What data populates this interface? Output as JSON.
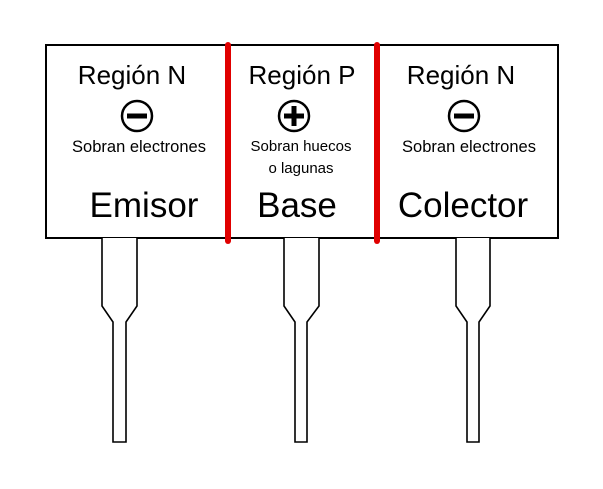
{
  "diagram": {
    "emitter": {
      "region": "Región N",
      "charge_icon": "minus-circle-icon",
      "description": "Sobran electrones",
      "name": "Emisor"
    },
    "base": {
      "region": "Región P",
      "charge_icon": "plus-circle-icon",
      "description_line1": "Sobran huecos",
      "description_line2": "o lagunas",
      "name": "Base"
    },
    "collector": {
      "region": "Región N",
      "charge_icon": "minus-circle-icon",
      "description": "Sobran electrones",
      "name": "Colector"
    },
    "colors": {
      "junction": "#e00000",
      "outline": "#000000",
      "background": "#ffffff"
    }
  }
}
